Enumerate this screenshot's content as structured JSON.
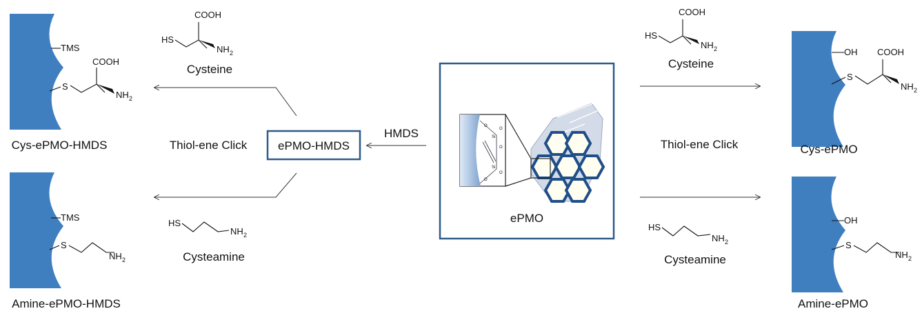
{
  "colors": {
    "particle": "#3f7fbf",
    "frame": "#2e5a8a",
    "pore_fill": "#fffef0",
    "hex_stroke": "#1f4e88"
  },
  "center": {
    "label": "ePMO"
  },
  "intermediate": {
    "label": "ePMO-HMDS",
    "reagent": "HMDS"
  },
  "reaction": {
    "left_label": "Thiol-ene Click",
    "right_label": "Thiol-ene Click"
  },
  "reagents": {
    "cysteine": "Cysteine",
    "cysteamine": "Cysteamine"
  },
  "chem_text": {
    "sh": "HS",
    "cooh": "COOH",
    "nh": "NH",
    "sub2": "2",
    "tms": "TMS",
    "s": "S",
    "oh": "OH",
    "si": "Si",
    "o": "O"
  },
  "products": {
    "top_left": "Cys-ePMO-HMDS",
    "bottom_left": "Amine-ePMO-HMDS",
    "top_right": "Cys-ePMO",
    "bottom_right": "Amine-ePMO"
  }
}
